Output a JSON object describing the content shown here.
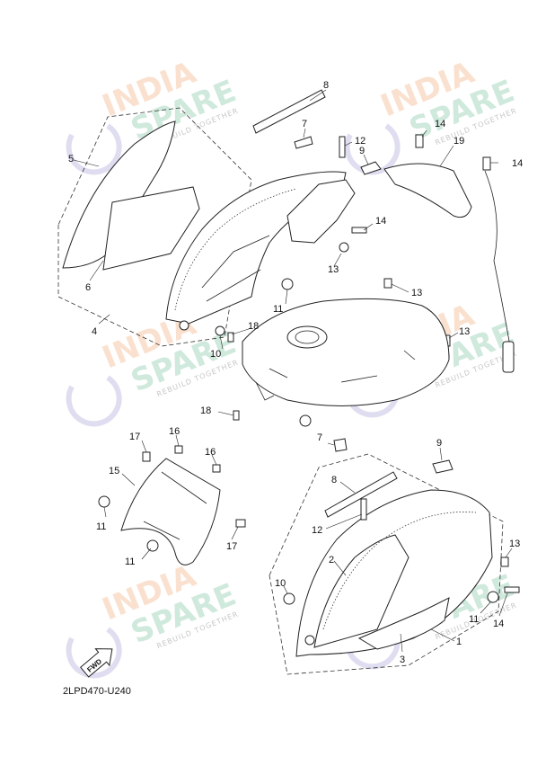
{
  "diagram_code": "2LPD470-U240",
  "fwd_label": "FWD",
  "watermark": {
    "line1": "INDIA",
    "line2": "SPARE",
    "tagline": "REBUILD TOGETHER"
  },
  "callouts": {
    "c1": "1",
    "c2": "2",
    "c3": "3",
    "c4": "4",
    "c5": "5",
    "c6": "6",
    "c7a": "7",
    "c7b": "7",
    "c8a": "8",
    "c8b": "8",
    "c9a": "9",
    "c9b": "9",
    "c10a": "10",
    "c10b": "10",
    "c11a": "11",
    "c11b": "11",
    "c11c": "11",
    "c11d": "11",
    "c12a": "12",
    "c12b": "12",
    "c13a": "13",
    "c13b": "13",
    "c13c": "13",
    "c13d": "13",
    "c14a": "14",
    "c14b": "14",
    "c14c": "14",
    "c14d": "14",
    "c15": "15",
    "c16a": "16",
    "c16b": "16",
    "c17a": "17",
    "c17b": "17",
    "c18a": "18",
    "c18b": "18",
    "c19": "19"
  },
  "colors": {
    "line": "#222222",
    "watermark_orange": "#f6c9a8",
    "watermark_green": "#a9d8c0"
  }
}
